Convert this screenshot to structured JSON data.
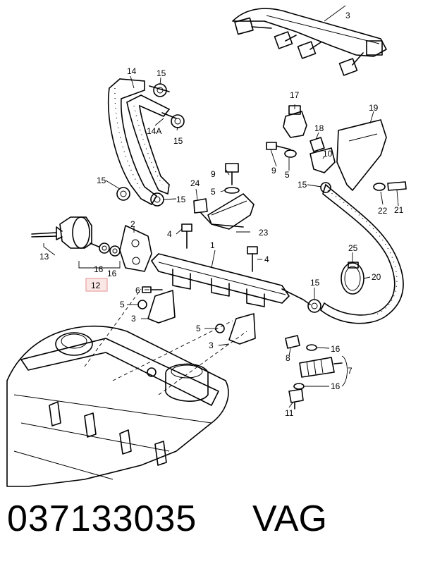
{
  "callouts": {
    "c1": "1",
    "c2": "2",
    "c3a": "3",
    "c3b": "3",
    "c3c": "3",
    "c4a": "4",
    "c4b": "4",
    "c5a": "5",
    "c5b": "5",
    "c5c": "5",
    "c6": "6",
    "c7": "7",
    "c8": "8",
    "c9a": "9",
    "c9b": "9",
    "c10": "10",
    "c11": "11",
    "c12": "12",
    "c13": "13",
    "c14": "14",
    "c14a": "14A",
    "c15a": "15",
    "c15b": "15",
    "c15c": "15",
    "c15d": "15",
    "c15e": "15",
    "c15f": "15",
    "c16a": "16",
    "c16b": "16",
    "c16c": "16",
    "c16d": "16",
    "c17": "17",
    "c18": "18",
    "c19": "19",
    "c20": "20",
    "c21": "21",
    "c22": "22",
    "c23": "23",
    "c24": "24",
    "c25": "25"
  },
  "highlight": {
    "part": "12",
    "color": "#e8a0a0",
    "fill": "#fbe6e6"
  },
  "footer": {
    "part_number": "037133035",
    "brand": "VAG"
  }
}
